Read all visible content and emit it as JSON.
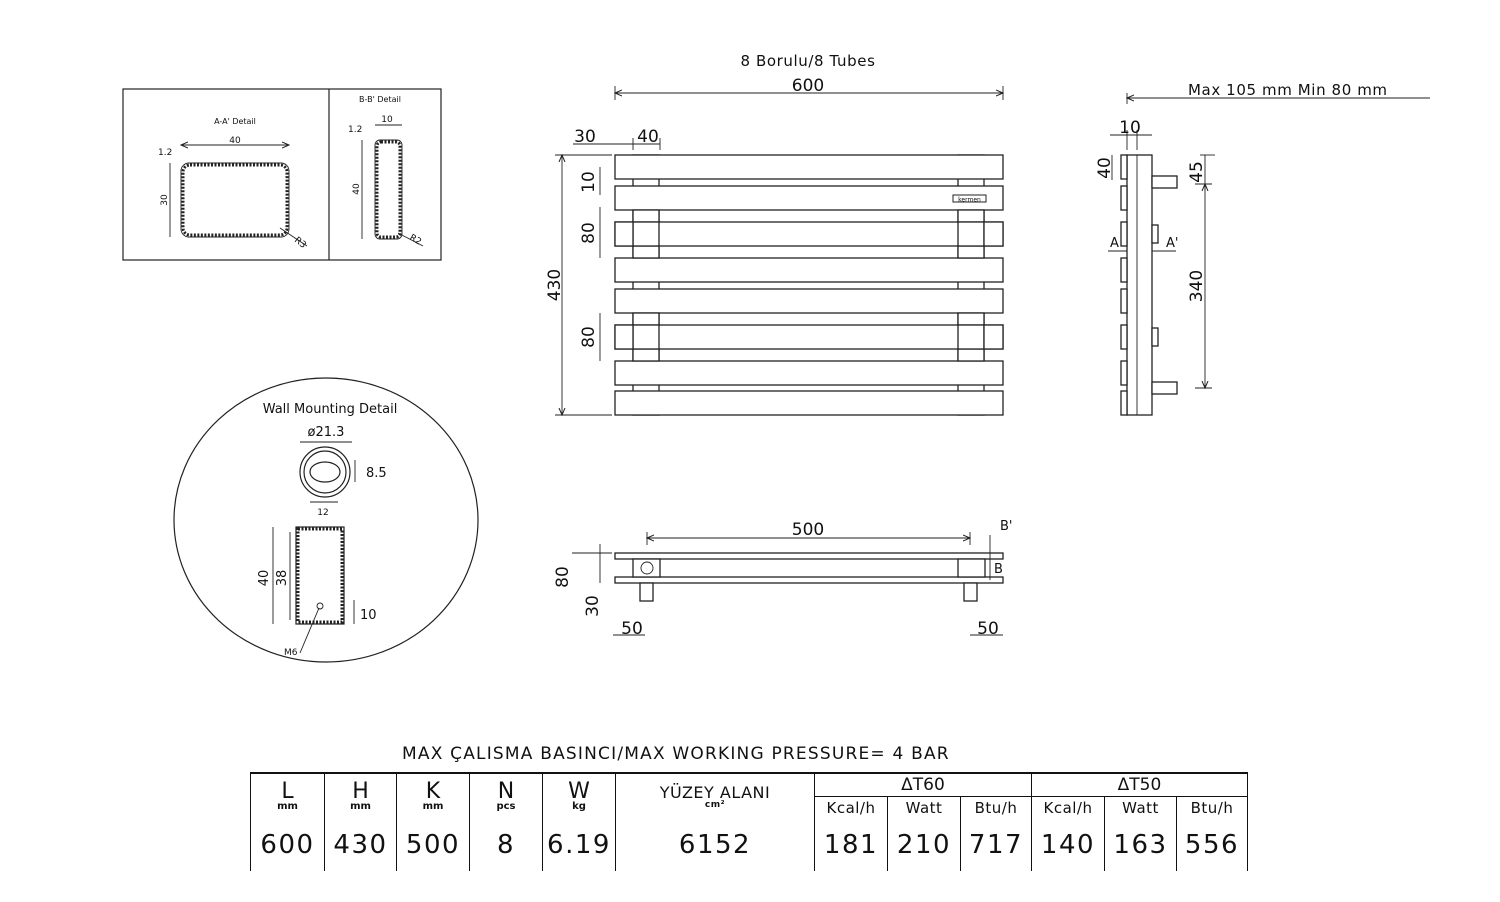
{
  "title": "8 Borulu/8 Tubes",
  "front_view": {
    "width": "600",
    "offset_left": "30",
    "collector_width": "40",
    "height": "430",
    "gap_top": "10",
    "gap_mid1": "80",
    "gap_mid2": "80",
    "logo": "kermen"
  },
  "side_view": {
    "depth_note": "Max 105 mm Min 80 mm",
    "thickness": "10",
    "top_left": "40",
    "top_right": "45",
    "height": "340",
    "section_a": "A",
    "section_a_prime": "A'"
  },
  "top_view": {
    "length": "500",
    "depth": "80",
    "offset": "30",
    "left_edge": "50",
    "right_edge": "50",
    "section_b": "B",
    "section_b_prime": "B'"
  },
  "detail_aa": {
    "title": "A-A' Detail",
    "width": "40",
    "height": "30",
    "wall": "1.2",
    "radius": "R3"
  },
  "detail_bb": {
    "title": "B-B' Detail",
    "width": "10",
    "height": "40",
    "wall": "1.2",
    "radius": "R2"
  },
  "wall_mount": {
    "title": "Wall Mounting Detail",
    "diameter": "ø21.3",
    "slot_height": "8.5",
    "slot_width": "12",
    "outer_height": "40",
    "inner_height": "38",
    "bottom": "10",
    "screw": "M6"
  },
  "pressure_note": "MAX ÇALISMA BASINCI/MAX WORKING PRESSURE= 4 BAR",
  "table": {
    "headers": [
      {
        "label": "L",
        "unit": "mm"
      },
      {
        "label": "H",
        "unit": "mm"
      },
      {
        "label": "K",
        "unit": "mm"
      },
      {
        "label": "N",
        "unit": "pcs"
      },
      {
        "label": "W",
        "unit": "kg"
      }
    ],
    "surface": {
      "label": "YÜZEY ALANI",
      "unit": "cm²"
    },
    "group1": "ΔT60",
    "group2": "ΔT50",
    "subheaders": [
      "Kcal/h",
      "Watt",
      "Btu/h",
      "Kcal/h",
      "Watt",
      "Btu/h"
    ],
    "values": [
      "600",
      "430",
      "500",
      "8",
      "6.19",
      "6152",
      "181",
      "210",
      "717",
      "140",
      "163",
      "556"
    ]
  }
}
